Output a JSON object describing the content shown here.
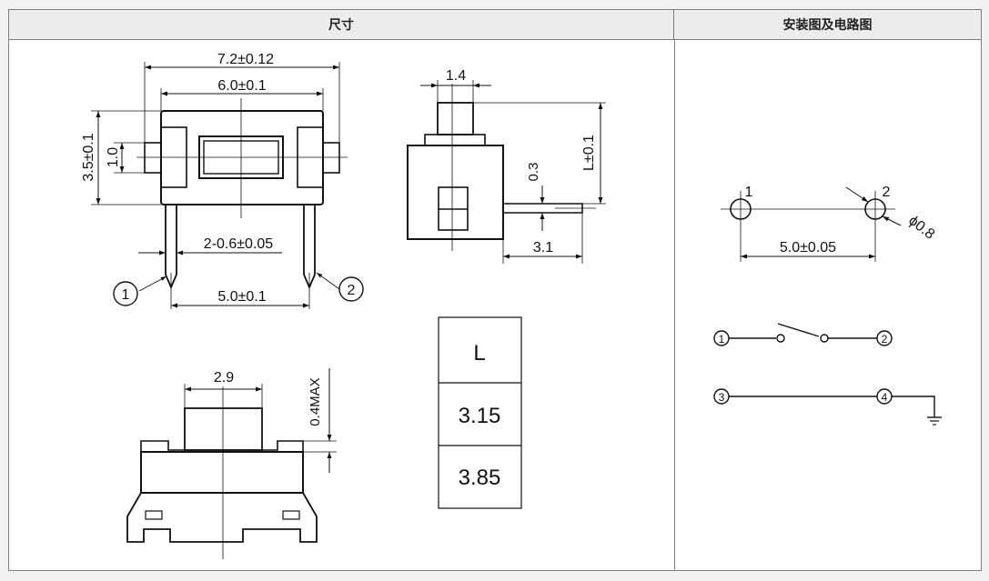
{
  "header": {
    "dimensions_title": "尺寸",
    "install_title": "安装图及电路图"
  },
  "front_view": {
    "overall_width": "7.2±0.12",
    "body_width": "6.0±0.1",
    "height": "3.5±0.1",
    "tab_height": "1.0",
    "pin_width": "2-0.6±0.05",
    "pin_pitch": "5.0±0.1",
    "pin_labels": [
      "1",
      "2"
    ]
  },
  "side_view": {
    "actuator_width": "1.4",
    "length": "L±0.1",
    "lead_thickness": "0.3",
    "lead_length": "3.1"
  },
  "bottom_view": {
    "actuator_width": "2.9",
    "max_gap": "0.4MAX"
  },
  "length_table": {
    "header": "L",
    "values": [
      "3.15",
      "3.85"
    ]
  },
  "pcb_layout": {
    "pad_labels": [
      "1",
      "2"
    ],
    "hole_dia": "ϕ0.8",
    "pitch": "5.0±0.05"
  },
  "circuit": {
    "switch_terminals": [
      "1",
      "2"
    ],
    "ground_terminals": [
      "3",
      "4"
    ]
  }
}
